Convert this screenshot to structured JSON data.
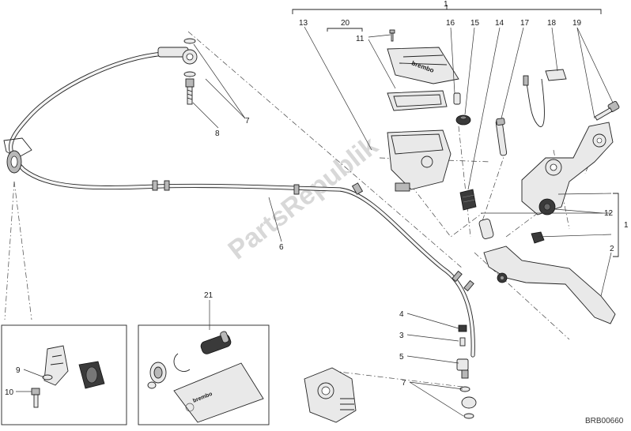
{
  "diagram": {
    "watermark": "PartsRepublik",
    "drawing_code": "BRB00660",
    "callouts": [
      "1",
      "20",
      "13",
      "11",
      "16",
      "15",
      "14",
      "17",
      "18",
      "19",
      "12",
      "2",
      "7",
      "8",
      "6",
      "4",
      "3",
      "5",
      "21",
      "9",
      "10"
    ]
  }
}
